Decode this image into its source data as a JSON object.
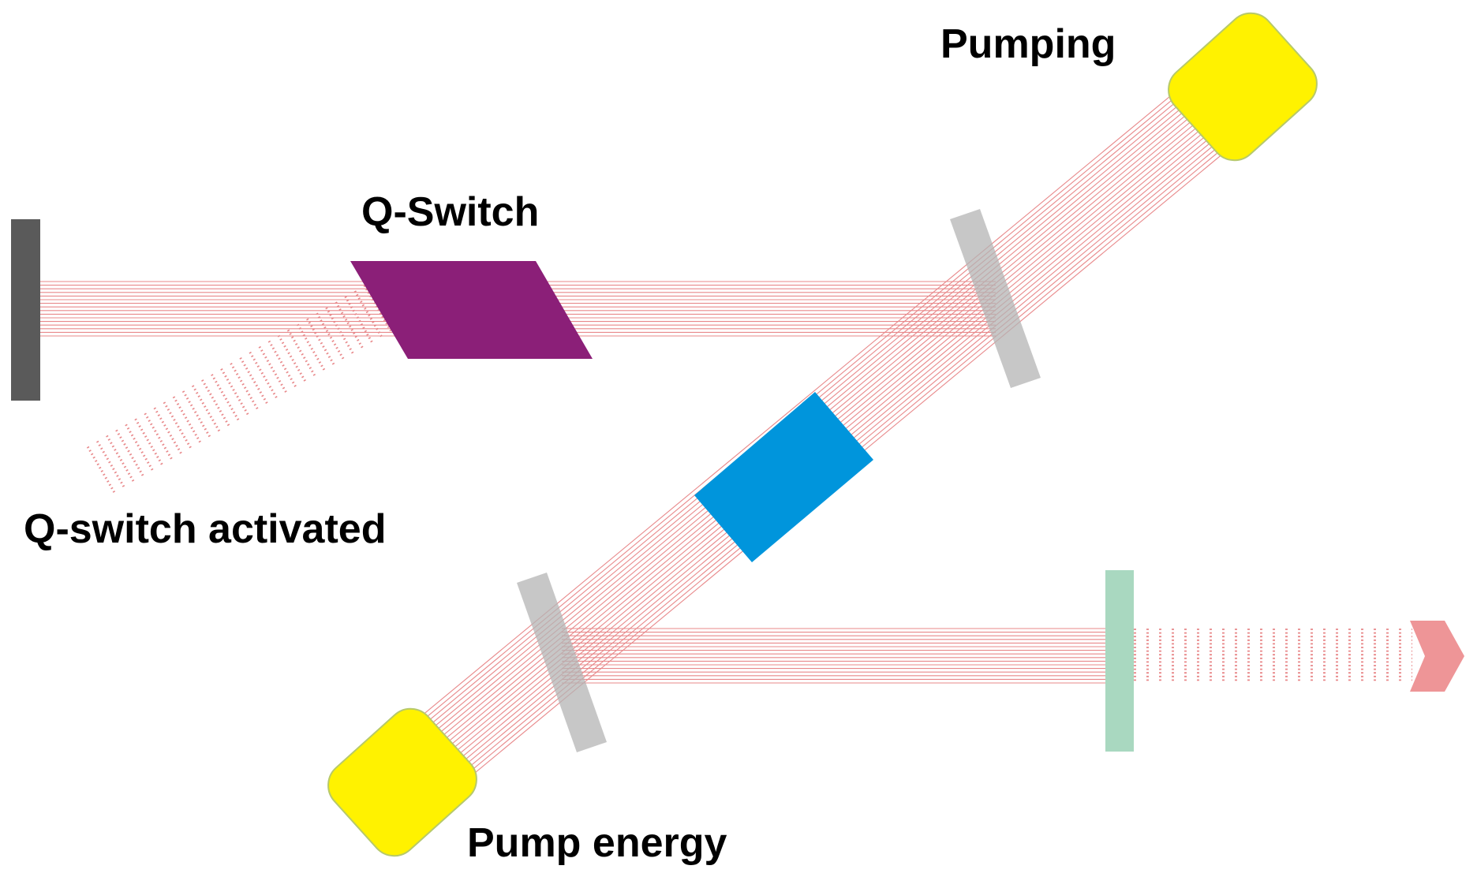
{
  "labels": {
    "pumping": "Pumping",
    "q_switch": "Q-Switch",
    "q_switch_activated": "Q-switch activated",
    "pump_energy": "Pump energy"
  },
  "colors": {
    "beam": "#e8888a",
    "pump_lamp_fill": "#fff200",
    "pump_lamp_border": "#b7c96a",
    "q_switch_crystal": "#8b1f78",
    "laser_rod": "#0095dc",
    "end_mirror": "#5a5a5a",
    "fold_mirror": "#b4b4b4",
    "output_coupler": "#a9d8c0",
    "output_arrow": "#ec8a8c"
  },
  "icons": {
    "pump_lamp": "rounded-rectangle",
    "output_arrow": "chevron-right"
  }
}
